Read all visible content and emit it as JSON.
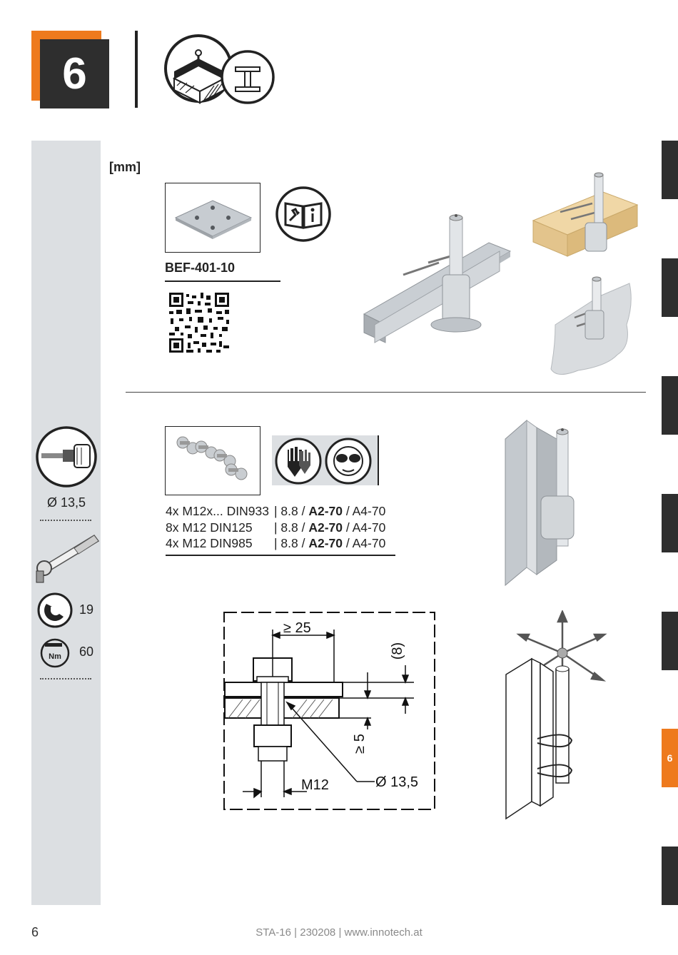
{
  "step": {
    "number": "6"
  },
  "unit_label": "[mm]",
  "product": {
    "label": "BEF-401-10"
  },
  "hardware": {
    "rows": [
      {
        "item": "4x M12x... DIN933",
        "grade_pre": "| 8.8 / ",
        "grade_bold": "A2-70",
        "grade_post": " / A4-70"
      },
      {
        "item": "8x M12 DIN125",
        "grade_pre": "| 8.8 / ",
        "grade_bold": "A2-70",
        "grade_post": " / A4-70"
      },
      {
        "item": "4x M12 DIN985",
        "grade_pre": "| 8.8 / ",
        "grade_bold": "A2-70",
        "grade_post": " / A4-70"
      }
    ]
  },
  "sidebar": {
    "drill_diameter": "Ø 13,5",
    "wrench_size": "19",
    "torque_value": "60",
    "torque_unit": "Nm"
  },
  "drawing": {
    "dim_width": "≥ 25",
    "dim_top": "(8)",
    "dim_depth": "≥ 5",
    "bolt_label": "M12",
    "hole_label": "Ø 13,5"
  },
  "tabs": {
    "active_label": "6"
  },
  "page_number": "6",
  "footer": "STA-16 | 230208 | www.innotech.at",
  "colors": {
    "accent": "#ee7a1d",
    "dark": "#2e2e2e",
    "sidebar": "#dcdfe2"
  }
}
